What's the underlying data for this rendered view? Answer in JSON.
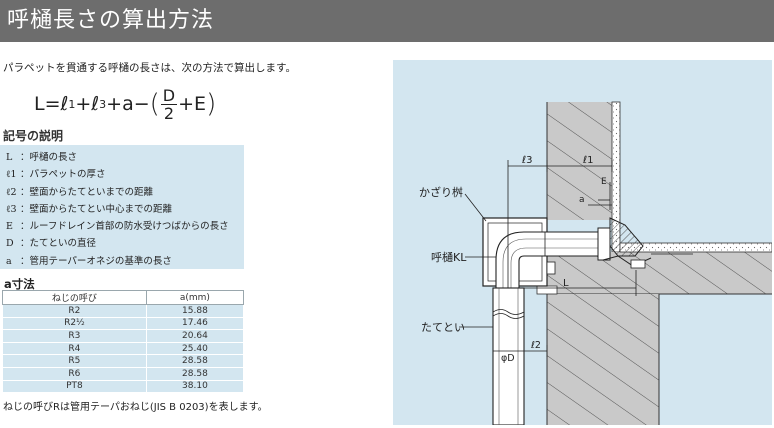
{
  "title": "呼樋長さの算出方法",
  "intro": "パラペットを貫通する呼樋の長さは、次の方法で算出します。",
  "formula": {
    "lhs": "L=",
    "l1": "ℓ",
    "l1_sub": "1",
    "plus1": "+",
    "l3": "ℓ",
    "l3_sub": "3",
    "mid": "+a−",
    "open": "(",
    "numerator": "D",
    "denominator": "2",
    "plus_e": "+E",
    "close": ")"
  },
  "legend": {
    "heading": "記号の説明",
    "items": [
      {
        "symbol": "L",
        "text": "：呼樋の長さ"
      },
      {
        "symbol": "ℓ1",
        "text": "：パラペットの厚さ"
      },
      {
        "symbol": "ℓ2",
        "text": "：壁面からたてといまでの距離"
      },
      {
        "symbol": "ℓ3",
        "text": "：壁面からたてとい中心までの距離"
      },
      {
        "symbol": "E",
        "text": "：ルーフドレイン首部の防水受けつばからの長さ"
      },
      {
        "symbol": "D",
        "text": "：たてといの直径"
      },
      {
        "symbol": "a",
        "text": "：管用テーパーオネジの基準の長さ"
      }
    ]
  },
  "a_table": {
    "heading": "a寸法",
    "headers": [
      "ねじの呼び",
      "a(mm)"
    ],
    "rows": [
      [
        "R2",
        "15.88"
      ],
      [
        "R2½",
        "17.46"
      ],
      [
        "R3",
        "20.64"
      ],
      [
        "R4",
        "25.40"
      ],
      [
        "R5",
        "28.58"
      ],
      [
        "R6",
        "28.58"
      ],
      [
        "PT8",
        "38.10"
      ]
    ]
  },
  "note": "ねじの呼びRは管用テーパおねじ(JIS B 0203)を表します。",
  "diagram": {
    "labels": {
      "kazari": "かざり桝",
      "yobitoi": "呼樋KL",
      "tatetoi": "たてとい",
      "l3": "ℓ3",
      "l1": "ℓ1",
      "e": "E",
      "a": "a",
      "l": "L",
      "phi_d": "φD",
      "l2": "ℓ2"
    },
    "colors": {
      "panel": "#d3e6f0",
      "concrete": "#c9c9c9",
      "pipe": "#ffffff"
    }
  }
}
